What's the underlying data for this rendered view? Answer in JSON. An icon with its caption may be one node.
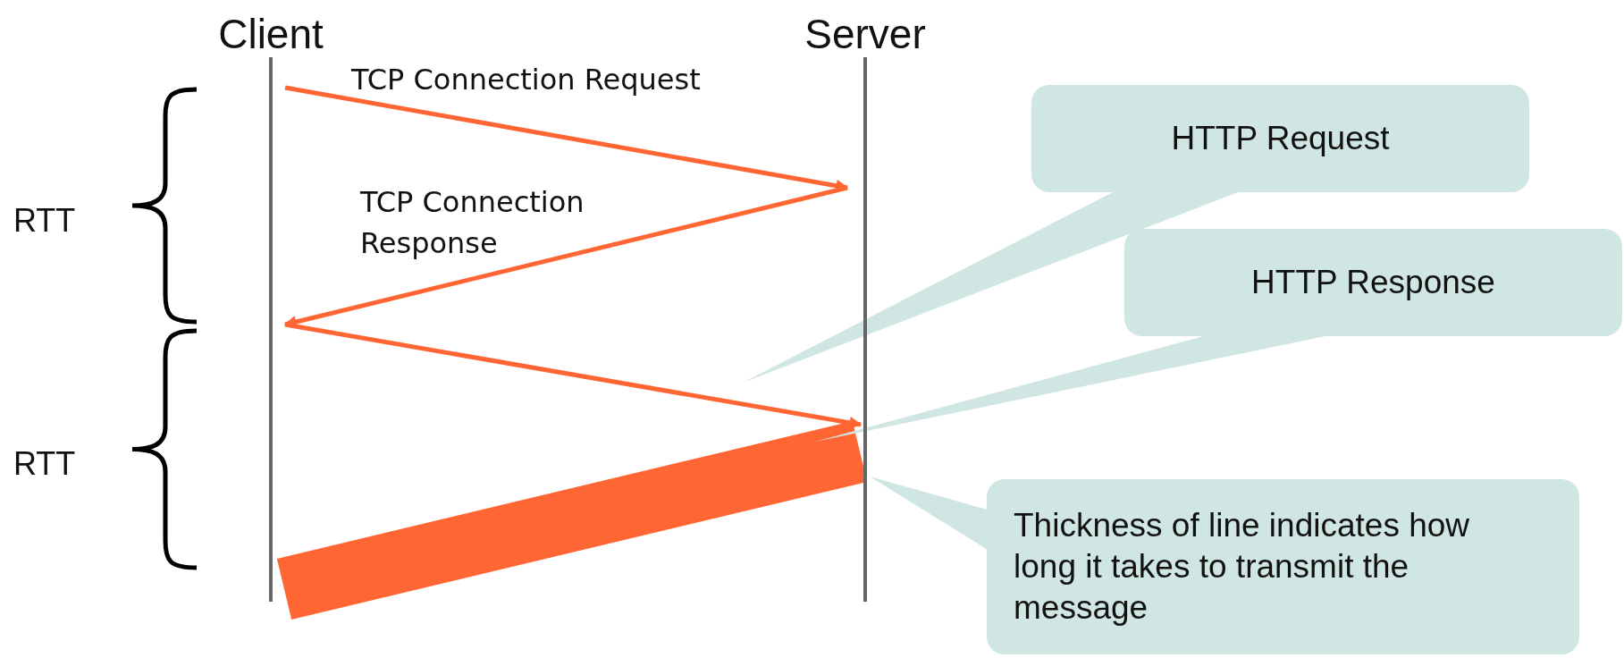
{
  "diagram": {
    "nodes": [
      {
        "text": [
          "Client"
        ]
      },
      {
        "text": [
          "Server"
        ]
      },
      {
        "text": [
          "HTTP Request"
        ]
      },
      {
        "text": [
          "HTTP Response"
        ]
      },
      {
        "text": [
          "Thickness of line indicates how long it takes to transmit the message"
        ]
      }
    ],
    "edges": [
      {
        "from": 0,
        "to": 1,
        "arrow": "to",
        "label": "TCP Connection Request"
      },
      {
        "from": 1,
        "to": 0,
        "arrow": "to",
        "label": "TCP Connection Response"
      },
      {
        "from": 0,
        "to": 1,
        "arrow": "to"
      },
      {
        "from": 1,
        "to": 0,
        "arrow": "none",
        "style": "thick"
      },
      {
        "from": 2,
        "to": null,
        "arrow": "both",
        "color": "#cfe6e3"
      },
      {
        "from": 3,
        "to": null,
        "arrow": "both",
        "color": "#cfe6e3"
      },
      {
        "from": 4,
        "to": null,
        "arrow": "to",
        "color": "#cfe6e3"
      }
    ],
    "labels": [
      "RTT",
      "RTT"
    ]
  }
}
